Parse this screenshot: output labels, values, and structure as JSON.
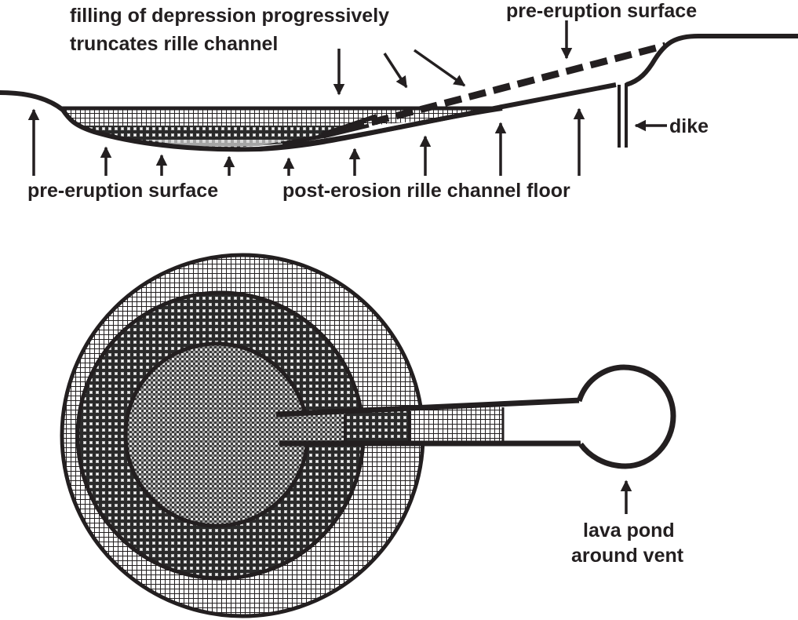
{
  "cross_section": {
    "labels": {
      "filling_line1": "filling of depression progressively",
      "filling_line2": "truncates rille channel",
      "pre_eruption_top": "pre-eruption surface",
      "dike": "dike",
      "pre_eruption_bottom": "pre-eruption surface",
      "post_erosion": "post-erosion rille channel floor"
    }
  },
  "plan_view": {
    "labels": {
      "lava_pond_line1": "lava pond",
      "lava_pond_line2": "around vent"
    }
  },
  "colors": {
    "ink": "#231f20",
    "background": "#ffffff"
  }
}
